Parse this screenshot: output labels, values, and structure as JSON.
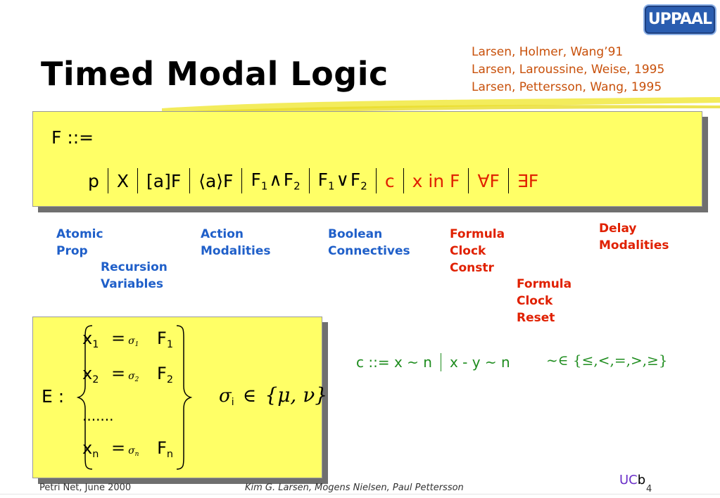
{
  "title": "Timed Modal Logic",
  "references": [
    "Larsen, Holmer, Wang’91",
    "Larsen, Laroussine, Weise, 1995",
    "Larsen, Pettersson, Wang, 1995"
  ],
  "logo": {
    "text": "UPPAAL"
  },
  "grammar": {
    "lhs": "F ::=",
    "p": "p",
    "X": "X",
    "box": "[a]F",
    "diamond": "⟨a⟩F",
    "and_l": "F",
    "and_l_sub": "1",
    "and_op": "∧",
    "and_r": "F",
    "and_r_sub": "2",
    "or_l": "F",
    "or_l_sub": "1",
    "or_op": "∨",
    "or_r": "F",
    "or_r_sub": "2",
    "clock_c": "c",
    "reset": "x in F",
    "forall": "∀F",
    "exists": "∃F"
  },
  "labels": {
    "atomic": [
      "Atomic",
      "Prop"
    ],
    "recursion": [
      "Recursion",
      "Variables"
    ],
    "action": [
      "Action",
      "Modalities"
    ],
    "boolean": [
      "Boolean",
      "Connectives"
    ],
    "formula_constr": [
      "Formula",
      "Clock",
      "Constr"
    ],
    "formula_reset": [
      "Formula",
      "Clock",
      "Reset"
    ],
    "delay": [
      "Delay",
      "Modalities"
    ]
  },
  "equations": {
    "lhs": "E :",
    "rows": [
      {
        "x": "x",
        "xsub": "1",
        "eq": "=",
        "sigma": "σ",
        "sigmasub": "1",
        "f": "F",
        "fsub": "1"
      },
      {
        "x": "x",
        "xsub": "2",
        "eq": "=",
        "sigma": "σ",
        "sigmasub": "2",
        "f": "F",
        "fsub": "2"
      },
      {
        "x": "x",
        "xsub": "n",
        "eq": "=",
        "sigma": "σ",
        "sigmasub": "n",
        "f": "F",
        "fsub": "n"
      }
    ],
    "dots": ".......",
    "sigma_i": "σ",
    "sigma_i_sub": "i",
    "member": "∈",
    "set": "{μ, ν}"
  },
  "constraint": {
    "lhs": "c ::= x ~ n",
    "rhs": "x - y ~ n"
  },
  "relations": {
    "text": "~∈ {≤,<,=,>,≥}"
  },
  "footer": {
    "left": "Petri Net, June 2000",
    "center": "Kim G. Larsen, Mogens Nielsen, Paul Pettersson",
    "ucb_uc": "UC",
    "ucb_b": "b",
    "page": "4"
  },
  "colors": {
    "box": "#ffff66",
    "blue_label": "#1f5fc9",
    "red_label": "#e02000",
    "ref": "#c8500a",
    "green": "#1e8c1e"
  }
}
